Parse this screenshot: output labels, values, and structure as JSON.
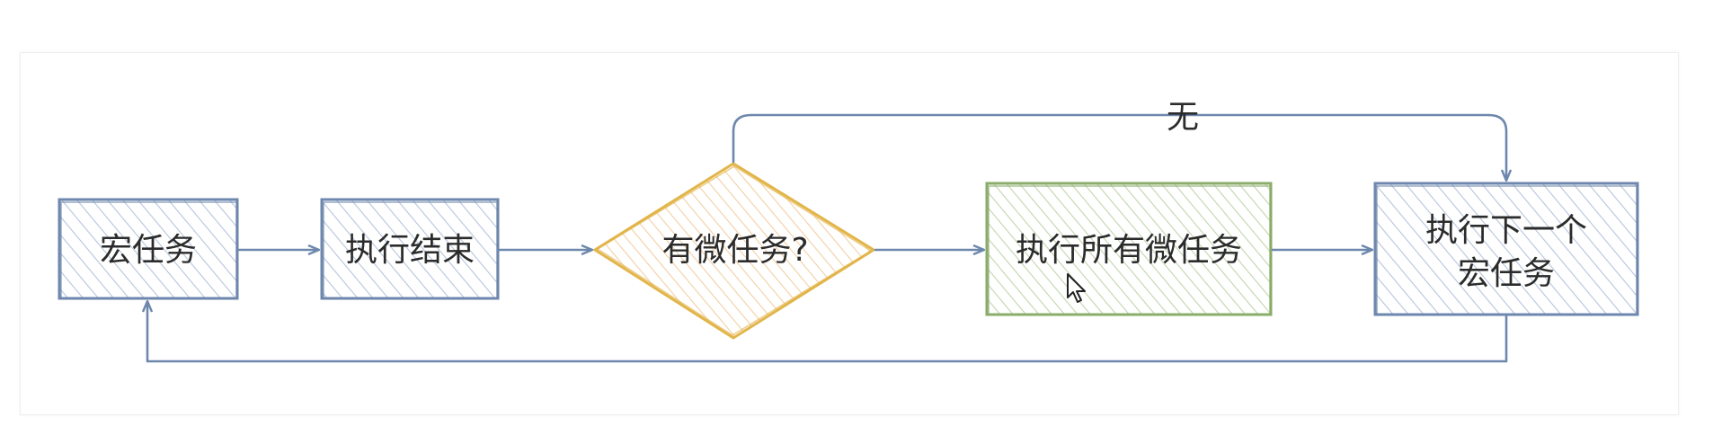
{
  "diagram": {
    "nodes": {
      "macrotask": "宏任务",
      "execution_done": "执行结束",
      "has_microtask": "有微任务?",
      "run_all_microtasks": "执行所有微任务",
      "next_macrotask_line1": "执行下一个",
      "next_macrotask_line2": "宏任务"
    },
    "edges": {
      "no_label": "无"
    },
    "colors": {
      "box_stroke": "#6e87ad",
      "box_hatch": "#b7c4db",
      "decision_stroke": "#e2b54a",
      "decision_hatch": "#f2cfa4",
      "micro_stroke": "#8aac6a",
      "micro_hatch": "#c2d4ad",
      "arrow": "#6e87ad"
    }
  }
}
